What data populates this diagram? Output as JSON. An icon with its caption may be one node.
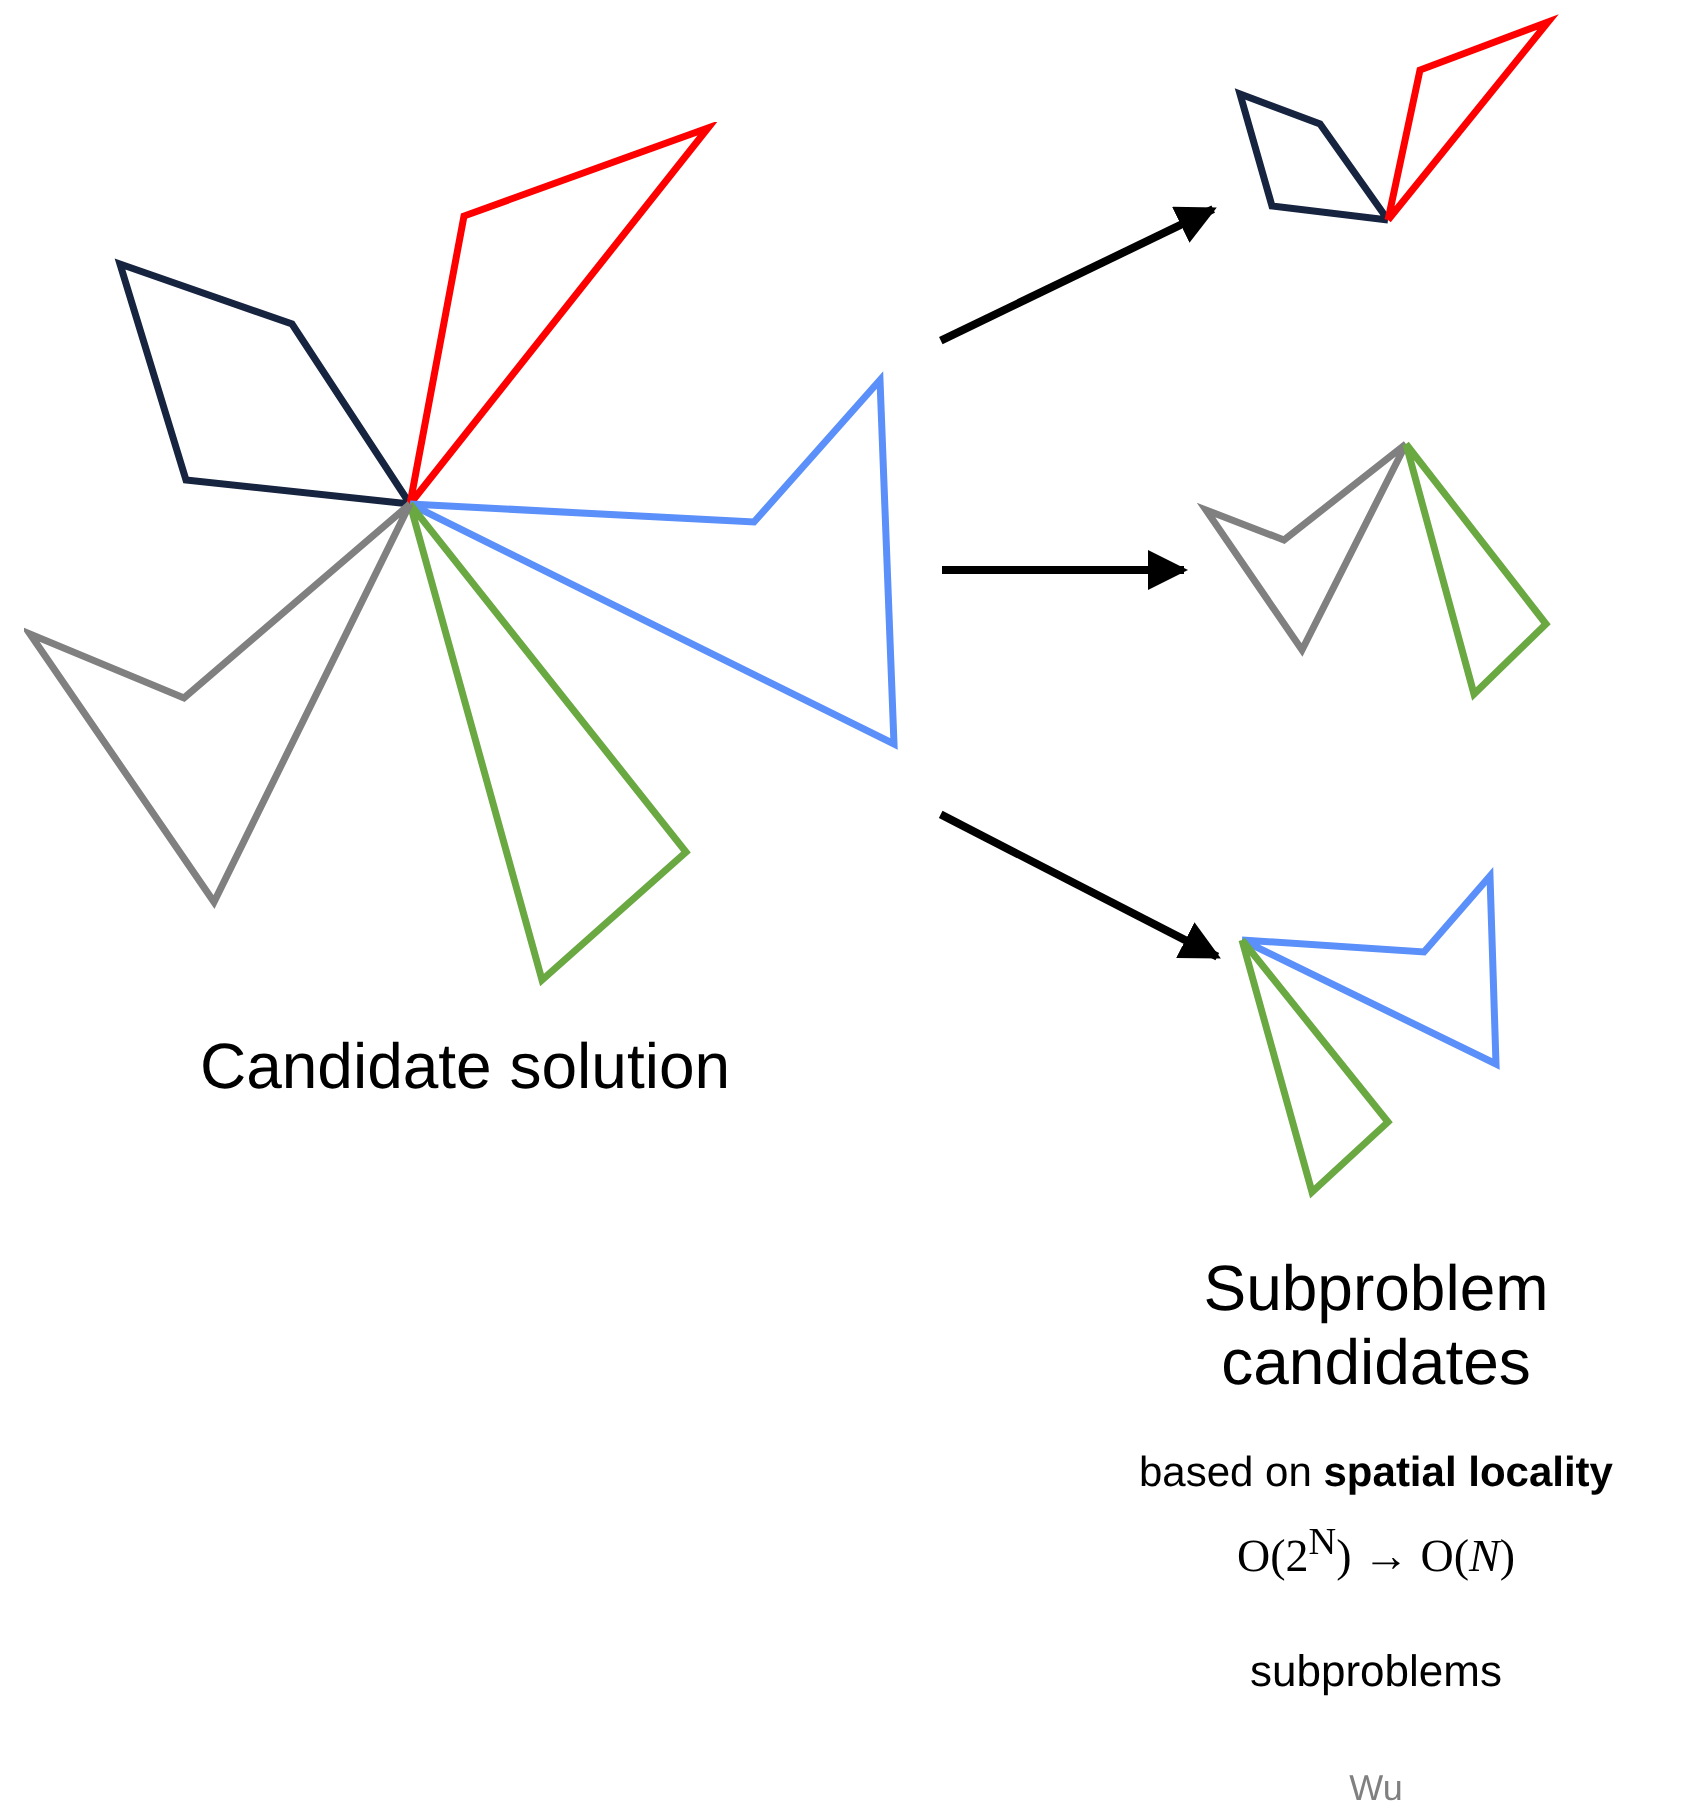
{
  "diagram": {
    "nodes": [
      {
        "text": [
          "Candidate solution"
        ]
      },
      {
        "text": [],
        "shape": "picture"
      },
      {
        "text": [],
        "shape": "picture"
      },
      {
        "text": [],
        "shape": "picture"
      }
    ],
    "edges": [
      {
        "from": 0,
        "to": 1,
        "arrow": "to"
      },
      {
        "from": 0,
        "to": 2,
        "arrow": "to"
      },
      {
        "from": 0,
        "to": 3,
        "arrow": "to"
      }
    ],
    "labels": [
      "Subproblem candidates",
      "based on **spatial locality**",
      "O(2$^{N}$) → O(*N*)",
      "subproblems",
      "Wu"
    ]
  }
}
